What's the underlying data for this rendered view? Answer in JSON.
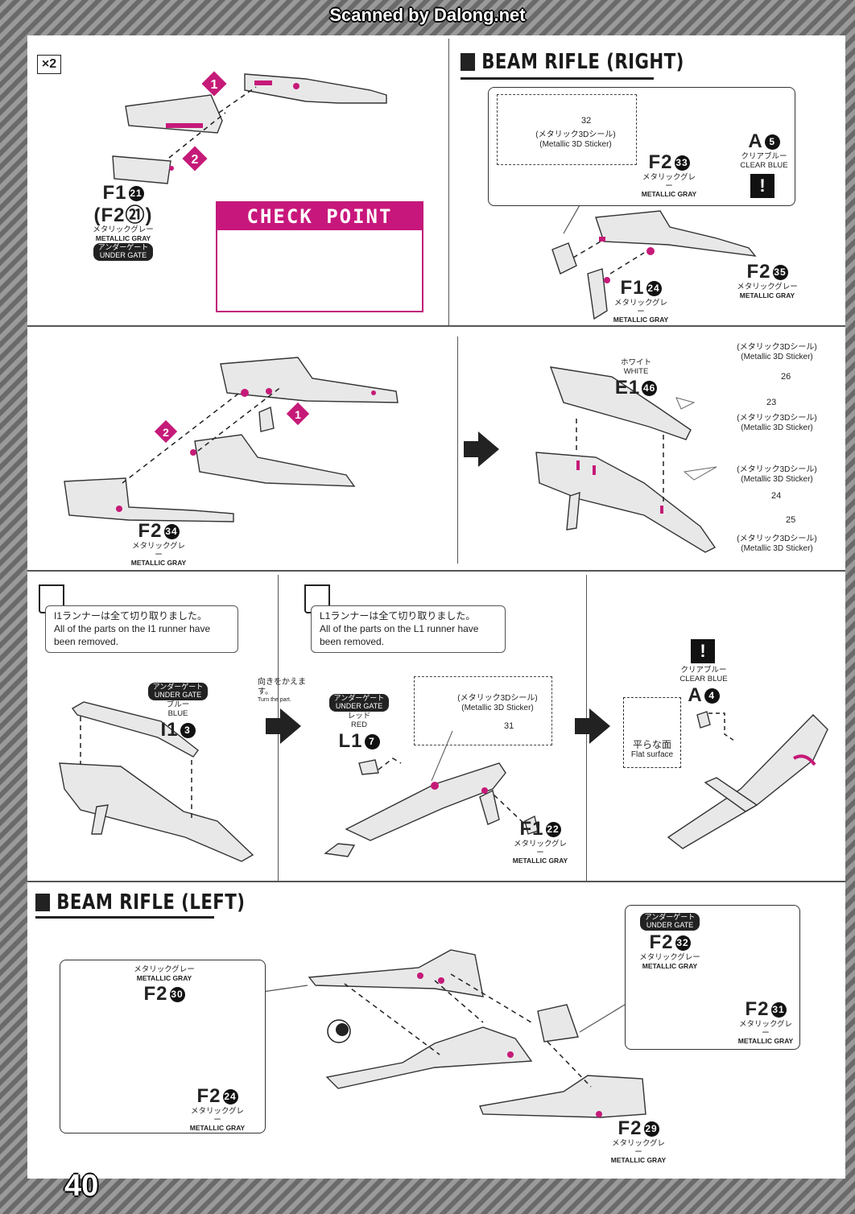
{
  "watermark": "Scanned by Dalong.net",
  "page_number": "40",
  "panel1": {
    "qty": "×2",
    "checkpoint": "CHECK POINT",
    "part": {
      "code": "F1",
      "num": "21",
      "alt": "(F2㉑)",
      "color_jp": "メタリックグレー",
      "color_en": "METALLIC GRAY",
      "gate_jp": "アンダーゲート",
      "gate_en": "UNDER GATE"
    }
  },
  "panel2": {
    "heading": "BEAM RIFLE (RIGHT)",
    "sticker": {
      "jp": "(メタリック3Dシール)",
      "en": "(Metallic 3D Sticker)",
      "num": "32"
    },
    "f2_33": {
      "code": "F2",
      "num": "33",
      "color_jp": "メタリックグレー",
      "color_en": "METALLIC GRAY"
    },
    "a5": {
      "code": "A",
      "num": "5",
      "color_jp": "クリアブルー",
      "color_en": "CLEAR BLUE"
    },
    "caution": "!",
    "f2_35": {
      "code": "F2",
      "num": "35",
      "color_jp": "メタリックグレー",
      "color_en": "METALLIC GRAY"
    },
    "f1_24": {
      "code": "F1",
      "num": "24",
      "color_jp": "メタリックグレー",
      "color_en": "METALLIC GRAY"
    }
  },
  "row2": {
    "f2_34": {
      "code": "F2",
      "num": "34",
      "color_jp": "メタリックグレー",
      "color_en": "METALLIC GRAY"
    },
    "e1_46": {
      "code": "E1",
      "num": "46",
      "color_jp": "ホワイト",
      "color_en": "WHITE"
    },
    "stickers": [
      {
        "jp": "(メタリック3Dシール)",
        "en": "(Metallic 3D Sticker)",
        "num": "26"
      },
      {
        "jp": "(メタリック3Dシール)",
        "en": "(Metallic 3D Sticker)",
        "num": "23"
      },
      {
        "jp": "(メタリック3Dシール)",
        "en": "(Metallic 3D Sticker)",
        "num": "24"
      },
      {
        "jp": "(メタリック3Dシール)",
        "en": "(Metallic 3D Sticker)",
        "num": "25"
      }
    ]
  },
  "row3": {
    "note_i1": {
      "jp": "I1ランナーは全て切り取りました。",
      "en": "All of the parts on the I1 runner have been removed."
    },
    "i1_3": {
      "code": "I1",
      "num": "3",
      "color_jp": "ブルー",
      "color_en": "BLUE",
      "gate_jp": "アンダーゲート",
      "gate_en": "UNDER GATE"
    },
    "turn": {
      "jp": "向きをかえます。",
      "en": "Turn the part."
    },
    "note_l1": {
      "jp": "L1ランナーは全て切り取りました。",
      "en": "All of the parts on the L1 runner have been removed."
    },
    "sticker31": {
      "jp": "(メタリック3Dシール)",
      "en": "(Metallic 3D Sticker)",
      "num": "31"
    },
    "l1_7": {
      "code": "L1",
      "num": "7",
      "color_jp": "レッド",
      "color_en": "RED",
      "gate_jp": "アンダーゲート",
      "gate_en": "UNDER GATE"
    },
    "f1_22": {
      "code": "F1",
      "num": "22",
      "color_jp": "メタリックグレー",
      "color_en": "METALLIC GRAY"
    },
    "caution": "!",
    "a4": {
      "code": "A",
      "num": "4",
      "color_jp": "クリアブルー",
      "color_en": "CLEAR BLUE"
    },
    "flat": {
      "jp": "平らな面",
      "en": "Flat surface"
    }
  },
  "row4": {
    "heading": "BEAM RIFLE (LEFT)",
    "f2_30": {
      "code": "F2",
      "num": "30",
      "color_jp": "メタリックグレー",
      "color_en": "METALLIC GRAY"
    },
    "f2_24": {
      "code": "F2",
      "num": "24",
      "color_jp": "メタリックグレー",
      "color_en": "METALLIC GRAY"
    },
    "f2_32": {
      "code": "F2",
      "num": "32",
      "color_jp": "メタリックグレー",
      "color_en": "METALLIC GRAY",
      "gate_jp": "アンダーゲート",
      "gate_en": "UNDER GATE"
    },
    "f2_31": {
      "code": "F2",
      "num": "31",
      "color_jp": "メタリックグレー",
      "color_en": "METALLIC GRAY"
    },
    "f2_29": {
      "code": "F2",
      "num": "29",
      "color_jp": "メタリックグレー",
      "color_en": "METALLIC GRAY"
    }
  }
}
